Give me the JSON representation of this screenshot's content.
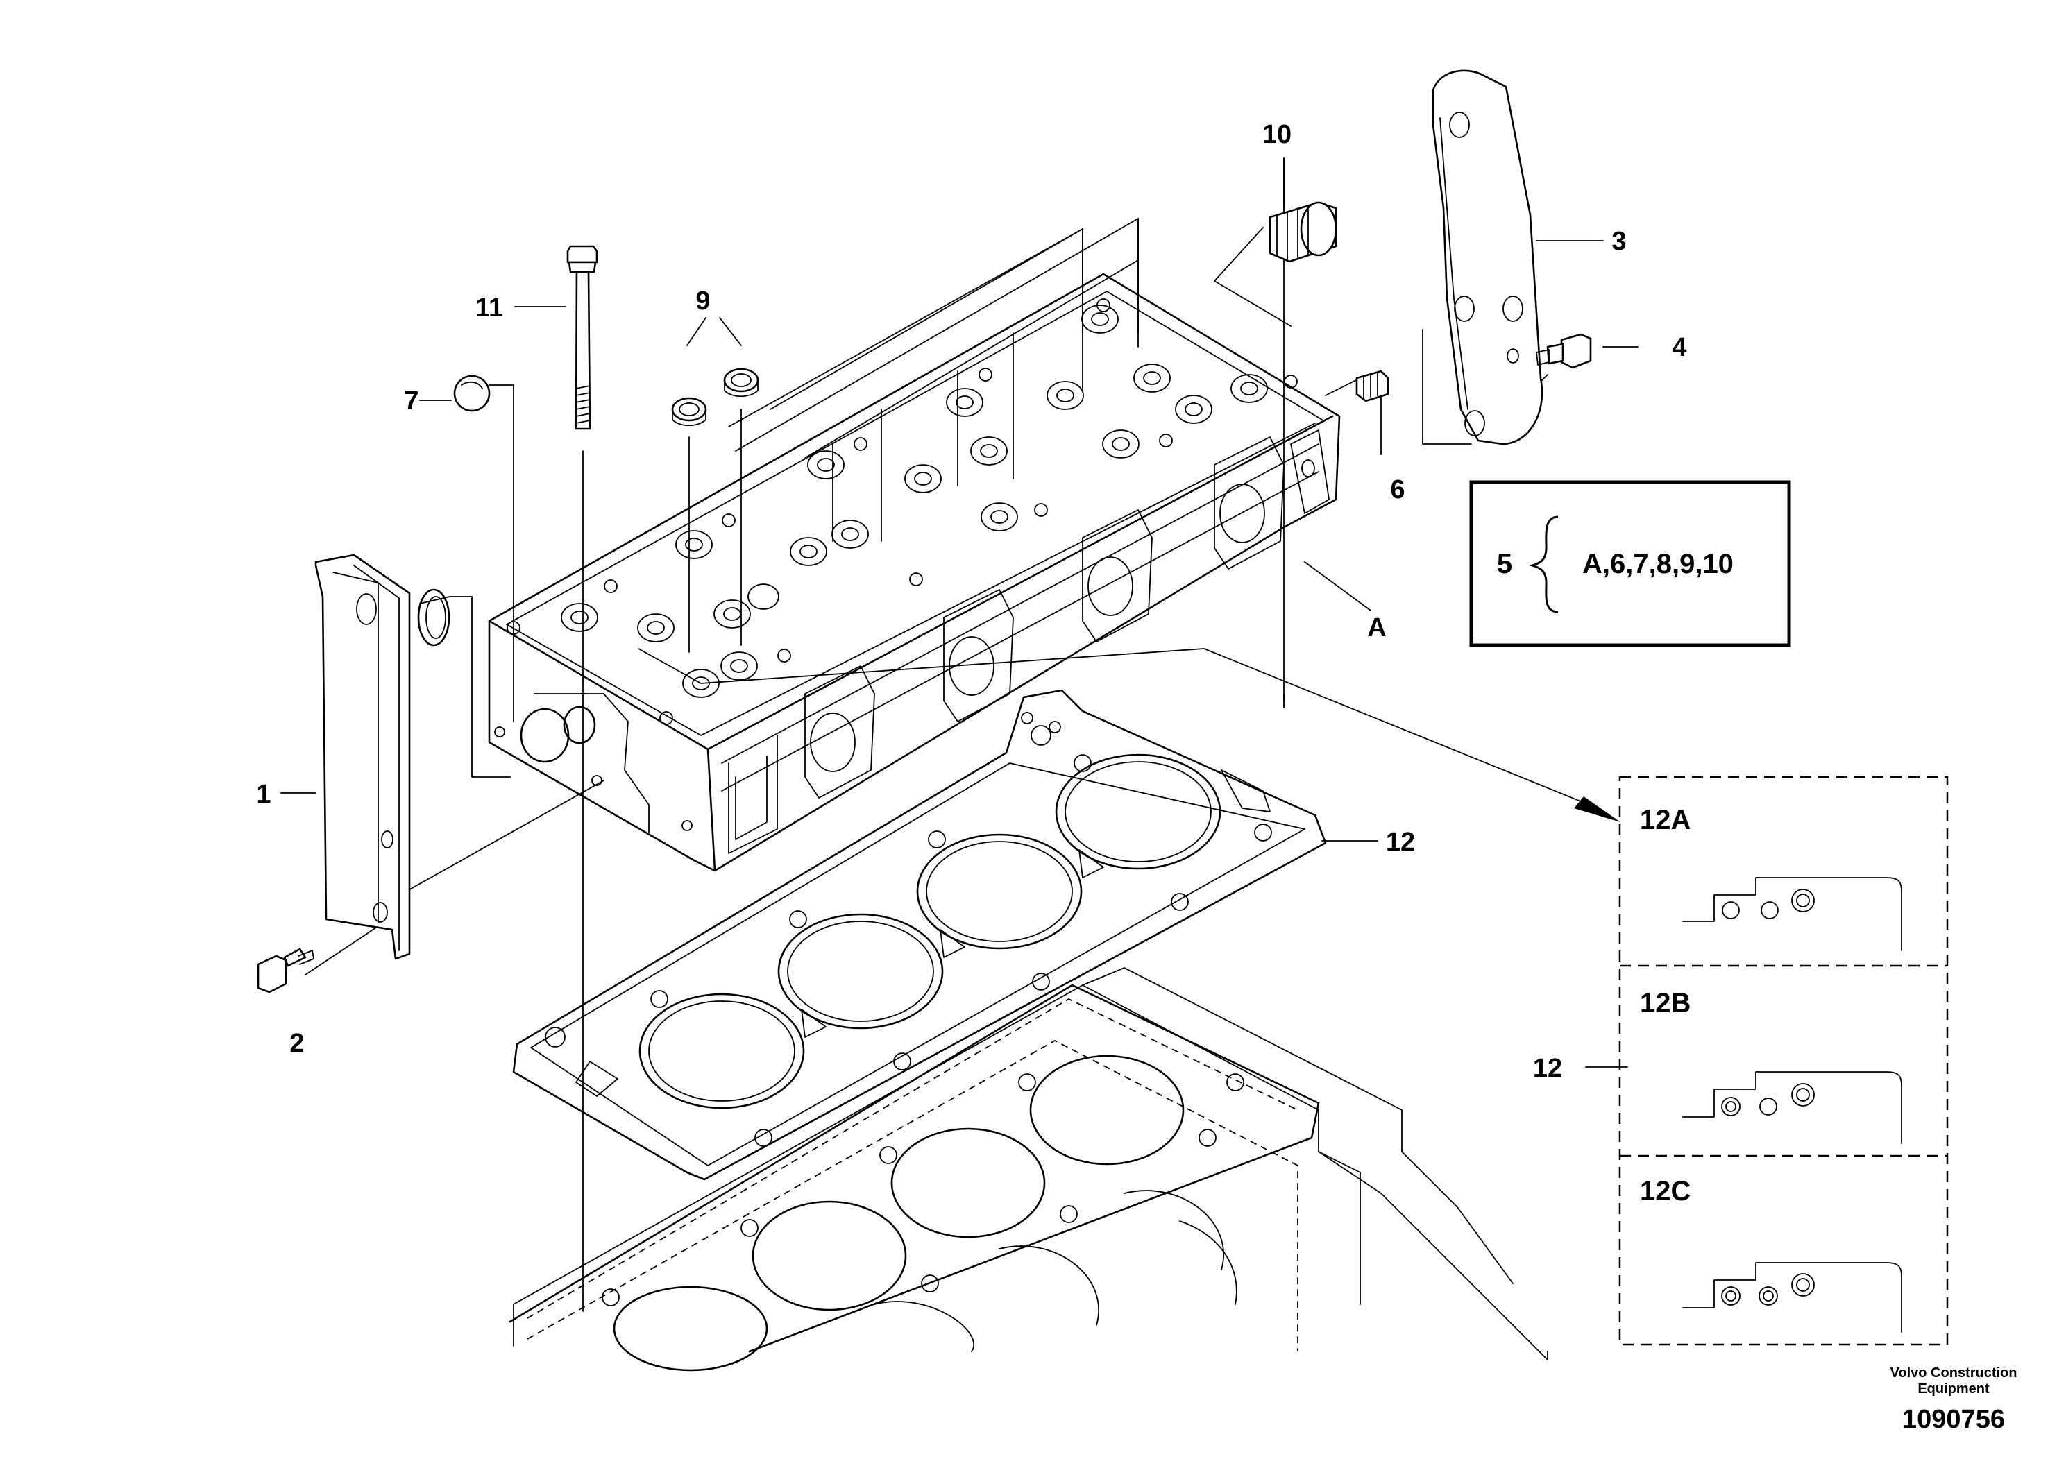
{
  "callouts": {
    "c1": "1",
    "c2": "2",
    "c3": "3",
    "c4": "4",
    "c6": "6",
    "c7": "7",
    "c9": "9",
    "c10": "10",
    "c11": "11",
    "c12": "12",
    "cA": "A",
    "c12side": "12"
  },
  "kit_box": {
    "number": "5",
    "contents": "A,6,7,8,9,10"
  },
  "variants": [
    {
      "label": "12A"
    },
    {
      "label": "12B"
    },
    {
      "label": "12C"
    }
  ],
  "footer": {
    "brand_line1": "Volvo Construction",
    "brand_line2": "Equipment",
    "drawing_number": "1090756"
  }
}
